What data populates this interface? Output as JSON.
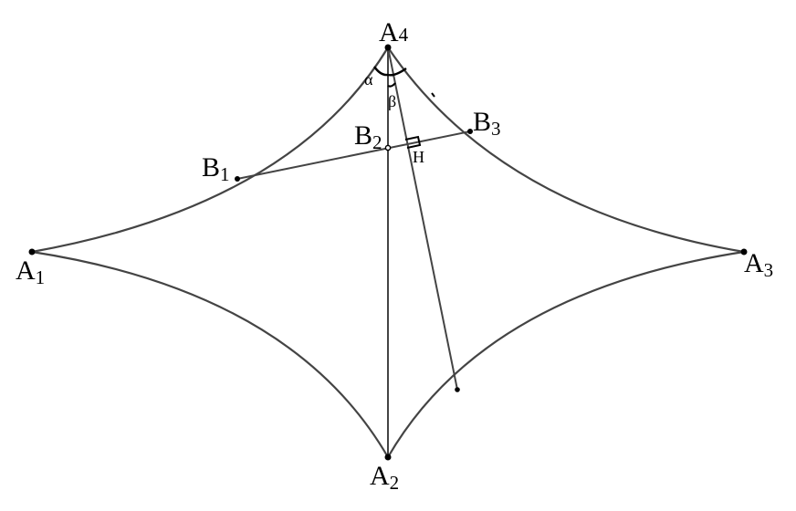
{
  "points": {
    "A1": {
      "letter": "A",
      "index": "1"
    },
    "A2": {
      "letter": "A",
      "index": "2"
    },
    "A3": {
      "letter": "A",
      "index": "3"
    },
    "A4": {
      "letter": "A",
      "index": "4"
    },
    "B1": {
      "letter": "B",
      "index": "1"
    },
    "B2": {
      "letter": "B",
      "index": "2"
    },
    "B3": {
      "letter": "B",
      "index": "3"
    }
  },
  "labels": {
    "foot": "H",
    "alpha": "α",
    "beta": "β"
  }
}
